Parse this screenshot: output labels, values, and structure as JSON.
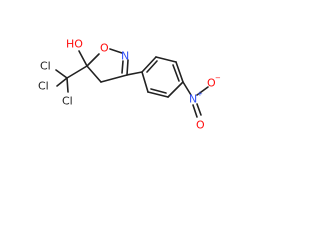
{
  "molecule": {
    "labels": {
      "ring_O": "O",
      "ring_N": "N",
      "hydroxyl": "HO",
      "cl_1": "Cl",
      "cl_2": "Cl",
      "cl_3": "Cl",
      "nitro_N": "N",
      "nitro_N_charge": "+",
      "nitro_O_single": "O",
      "nitro_O_single_charge": "−",
      "nitro_O_double": "O"
    },
    "colors": {
      "bond": "#222222",
      "carbon_label": "#222222",
      "chlorine": "#222222",
      "oxygen": "#ff0d0d",
      "nitrogen": "#3050f8"
    }
  }
}
